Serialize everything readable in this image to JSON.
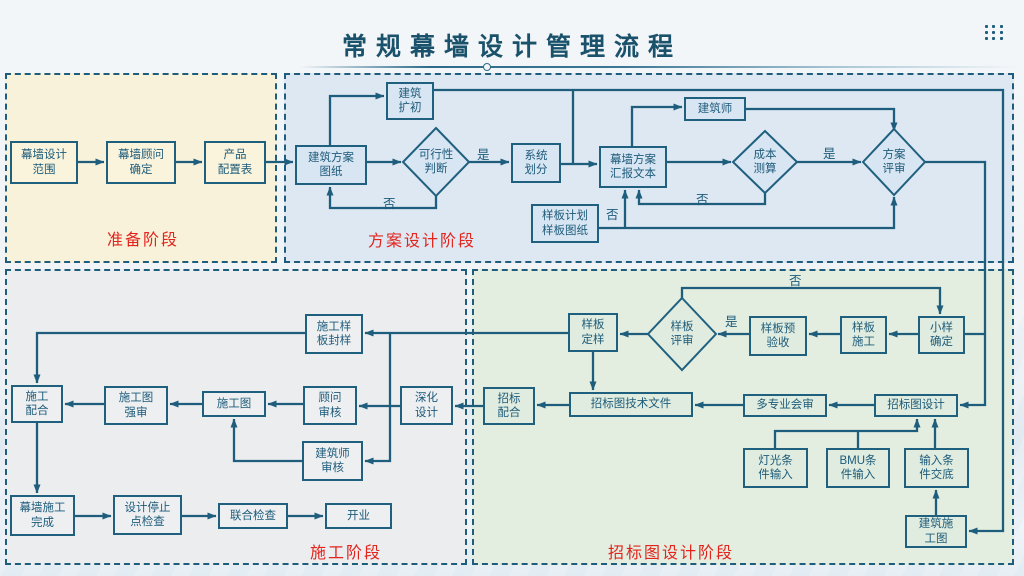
{
  "title": "常规幕墙设计管理流程",
  "menu_icon": "grid-dots-icon",
  "colors": {
    "line": "#1f5d7c",
    "node_text": "#1d5b7a",
    "phase_label": "#e3241d",
    "prep_fill": "#f8f2da",
    "scheme_fill": "#dde8f3",
    "construction_fill": "#ebedef",
    "tender_fill": "#e3eee1"
  },
  "sections": {
    "preparation": {
      "label": "准备阶段"
    },
    "scheme_design": {
      "label": "方案设计阶段"
    },
    "construction": {
      "label": "施工阶段"
    },
    "tender_design": {
      "label": "招标图设计阶段"
    }
  },
  "nodes": {
    "curtain_wall_design_scope": {
      "label": "幕墙设计\n范围"
    },
    "curtain_wall_consultant": {
      "label": "幕墙顾问\n确定"
    },
    "product_config_table": {
      "label": "产品\n配置表"
    },
    "arch_scheme_drawings": {
      "label": "建筑方案\n图纸"
    },
    "arch_design_development": {
      "label": "建筑\n扩初"
    },
    "feasibility_judgement": {
      "label": "可行性\n判断"
    },
    "system_division": {
      "label": "系统\n划分"
    },
    "cw_scheme_report": {
      "label": "幕墙方案\n汇报文本"
    },
    "architect": {
      "label": "建筑师"
    },
    "cost_estimate": {
      "label": "成本\n测算"
    },
    "scheme_review": {
      "label": "方案\n评审"
    },
    "sample_plan_drawings": {
      "label": "样板计划\n样板图纸"
    },
    "construction_sample_sealing": {
      "label": "施工样\n板封样"
    },
    "construction_coordination": {
      "label": "施工\n配合"
    },
    "construction_drawing_strong_review": {
      "label": "施工图\n强审"
    },
    "construction_drawing": {
      "label": "施工图"
    },
    "consultant_review": {
      "label": "顾问\n审核"
    },
    "detailed_design": {
      "label": "深化\n设计"
    },
    "architect_review": {
      "label": "建筑师\n审核"
    },
    "curtain_wall_construction_complete": {
      "label": "幕墙施工\n完成"
    },
    "design_stop_point_check": {
      "label": "设计停止\n点检查"
    },
    "joint_inspection": {
      "label": "联合检查"
    },
    "opening": {
      "label": "开业"
    },
    "tender_coordination": {
      "label": "招标\n配合"
    },
    "tender_tech_documents": {
      "label": "招标图技术文件"
    },
    "multi_discipline_review": {
      "label": "多专业会审"
    },
    "tender_drawing_design": {
      "label": "招标图设计"
    },
    "sample_finalization": {
      "label": "样板\n定样"
    },
    "sample_review": {
      "label": "样板\n评审"
    },
    "sample_pre_acceptance": {
      "label": "样板预\n验收"
    },
    "sample_construction": {
      "label": "样板\n施工"
    },
    "small_sample_confirm": {
      "label": "小样\n确定"
    },
    "lighting_condition_input": {
      "label": "灯光条\n件输入"
    },
    "bmu_condition_input": {
      "label": "BMU条\n件输入"
    },
    "input_condition_handover": {
      "label": "输入条\n件交底"
    },
    "arch_construction_drawing": {
      "label": "建筑施\n工图"
    }
  },
  "edge_labels": {
    "yes_feasibility": "是",
    "no_feasibility": "否",
    "yes_cost": "是",
    "no_cost": "否",
    "no_sample_plan": "否",
    "yes_sample_review": "是",
    "no_sample_review": "否"
  }
}
